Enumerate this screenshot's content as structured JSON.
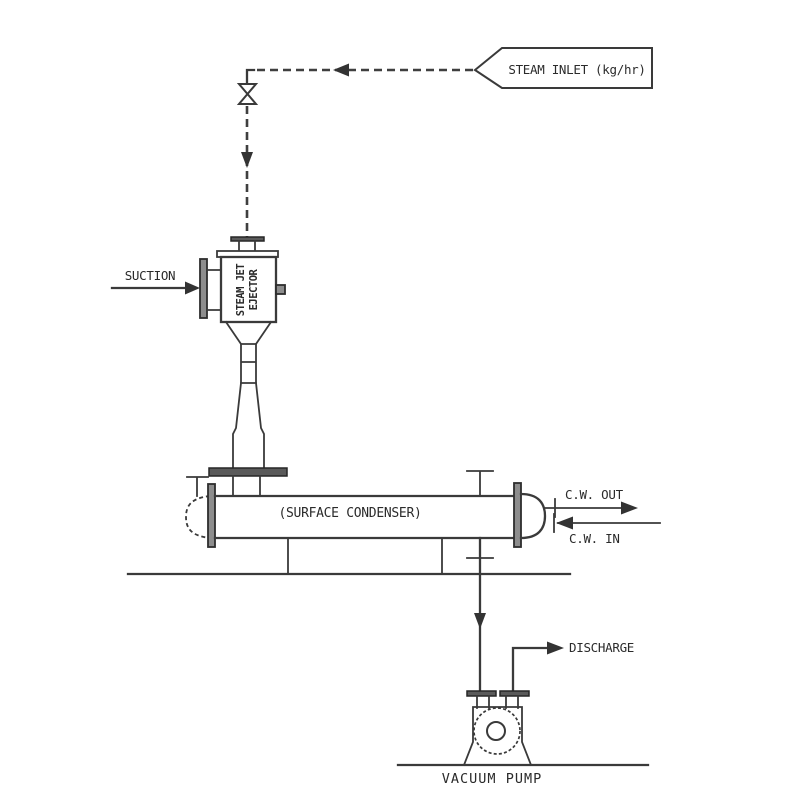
{
  "colors": {
    "background": "#ffffff",
    "line": "#3a3a3a",
    "text": "#2b2b2b",
    "flange_fill": "#8d8d8d",
    "dark_bar_fill": "#5a5a5a"
  },
  "labels": {
    "steam_inlet": "STEAM INLET (kg/hr)",
    "suction": "SUCTION",
    "ejector_line1": "STEAM JET",
    "ejector_line2": "EJECTOR",
    "condenser": "(SURFACE CONDENSER)",
    "cw_out": "C.W. OUT",
    "cw_in": "C.W. IN",
    "discharge": "DISCHARGE",
    "vacuum_pump": "VACUUM PUMP"
  },
  "icons": {
    "valve": "globe-valve-bowtie",
    "flow_arrow": "filled-triangle",
    "steam_inlet_tag": "pennant-flag"
  }
}
